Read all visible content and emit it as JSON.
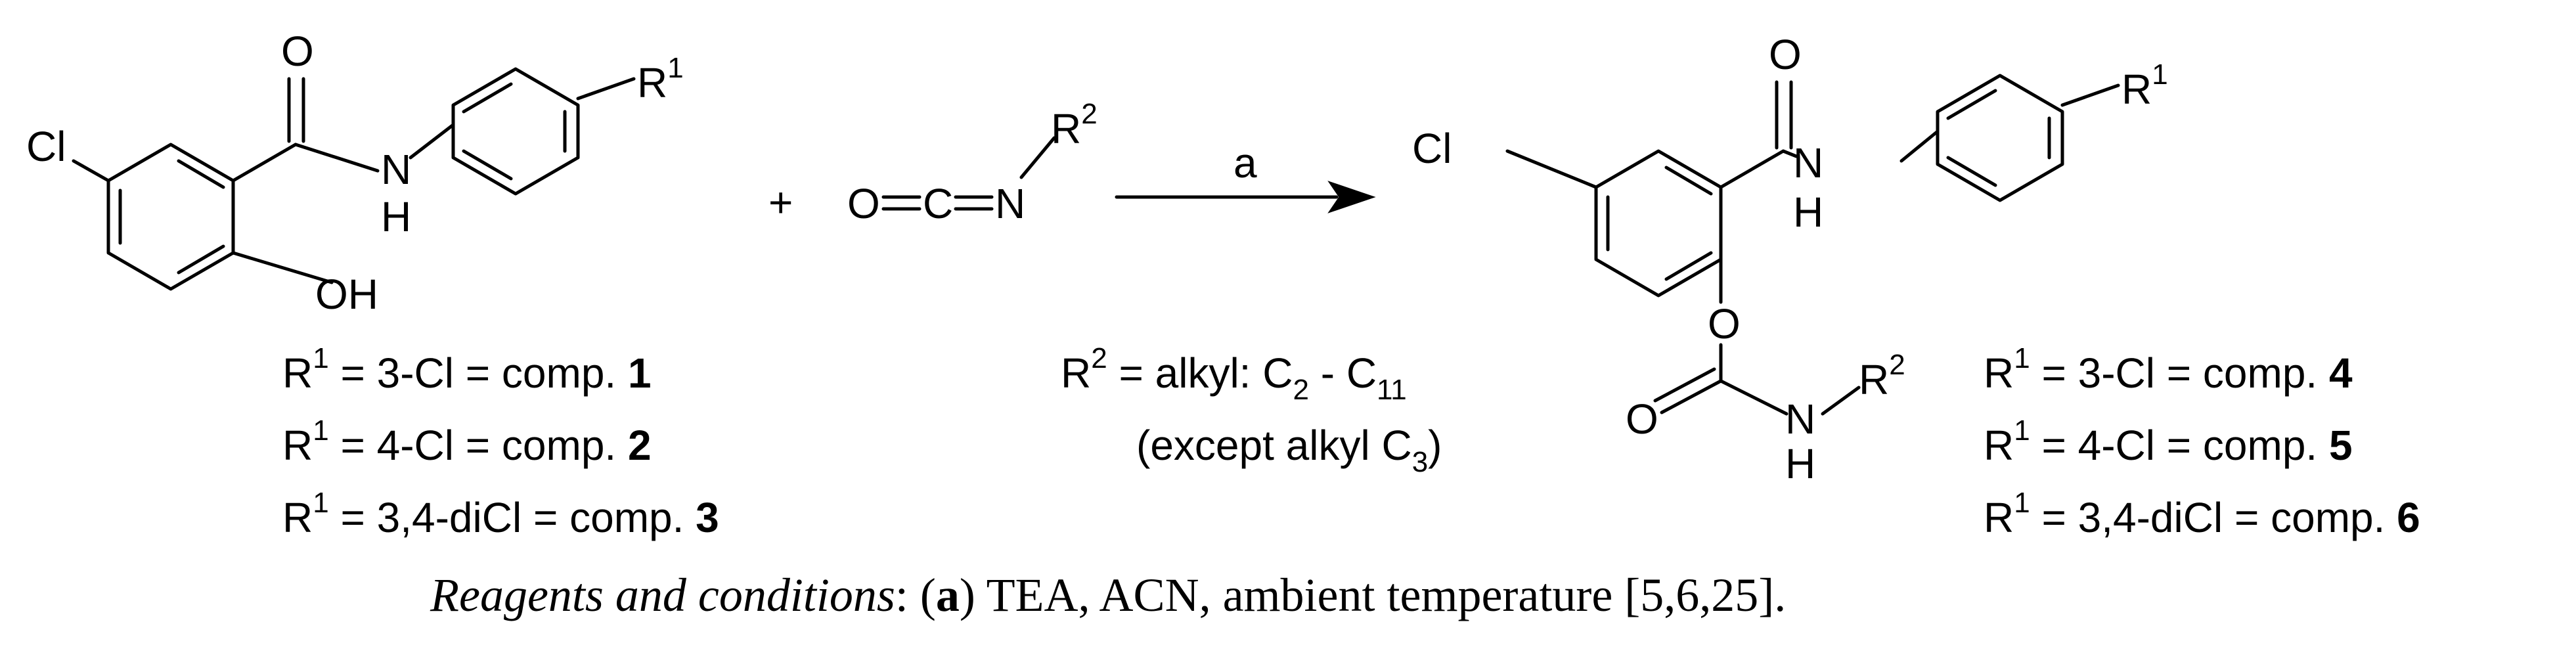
{
  "reactant1": {
    "cl": "Cl",
    "o": "O",
    "n": "N",
    "h": "H",
    "oh": "OH",
    "r1": "R",
    "r1_sup": "1"
  },
  "plus": "+",
  "isocyanate": {
    "o": "O",
    "c": "C",
    "n": "N",
    "r2": "R",
    "r2_sup": "2"
  },
  "arrow_label": "a",
  "product": {
    "cl": "Cl",
    "o_carbonyl": "O",
    "n": "N",
    "h": "H",
    "r1": "R",
    "r1_sup": "1",
    "o_ether": "O",
    "o_carbamate": "O",
    "n2": "N",
    "h2": "H",
    "r2": "R",
    "r2_sup": "2"
  },
  "reactant1_defs": [
    {
      "r": "R",
      "sup": "1",
      "text": " = 3-Cl = comp. ",
      "comp": "1"
    },
    {
      "r": "R",
      "sup": "1",
      "text": " = 4-Cl = comp. ",
      "comp": "2"
    },
    {
      "r": "R",
      "sup": "1",
      "text": " = 3,4-diCl = comp. ",
      "comp": "3"
    }
  ],
  "r2_def": {
    "line1": {
      "r": "R",
      "sup": "2",
      "text": " = alkyl: C",
      "sub1": "2",
      "mid": " - C",
      "sub2": "11"
    },
    "line2": {
      "text": "(except alkyl C",
      "sub": "3",
      "close": ")"
    }
  },
  "product_defs": [
    {
      "r": "R",
      "sup": "1",
      "text": " = 3-Cl = comp. ",
      "comp": "4"
    },
    {
      "r": "R",
      "sup": "1",
      "text": " = 4-Cl = comp. ",
      "comp": "5"
    },
    {
      "r": "R",
      "sup": "1",
      "text": " = 3,4-diCl = comp. ",
      "comp": "6"
    }
  ],
  "caption": {
    "italic": "Reagents and conditions",
    "colon": ": (",
    "bold": "a",
    "rest": ") TEA, ACN, ambient temperature [5,6,25]."
  }
}
